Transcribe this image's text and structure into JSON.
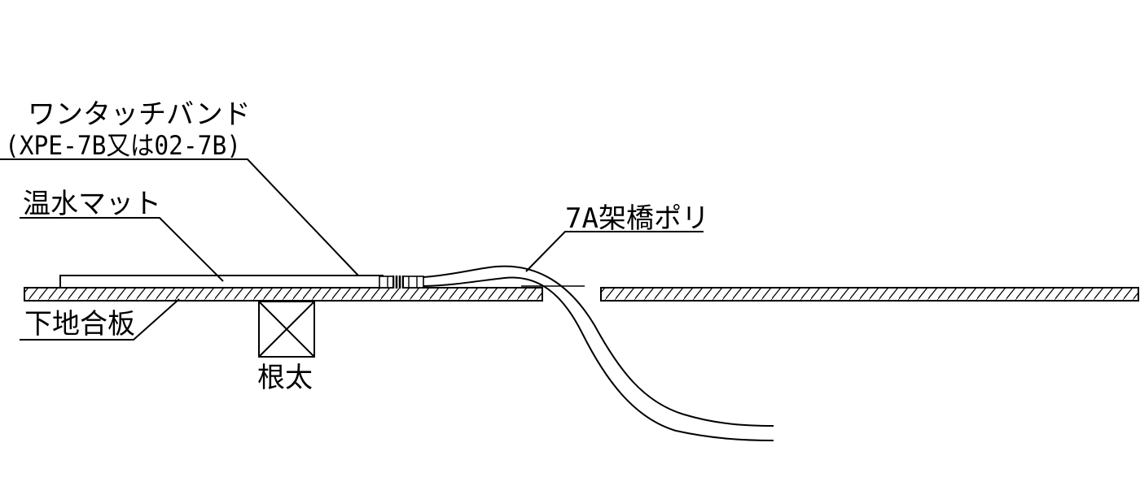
{
  "labels": {
    "one_touch_band": "ワンタッチバンド",
    "band_models": "(XPE-7B又は02-7B)",
    "hot_water_mat": "温水マット",
    "crosslinked_pipe": "7A架橋ポリ",
    "subfloor_plywood": "下地合板",
    "joist": "根太"
  },
  "colors": {
    "line": "#000000",
    "background": "#ffffff"
  }
}
